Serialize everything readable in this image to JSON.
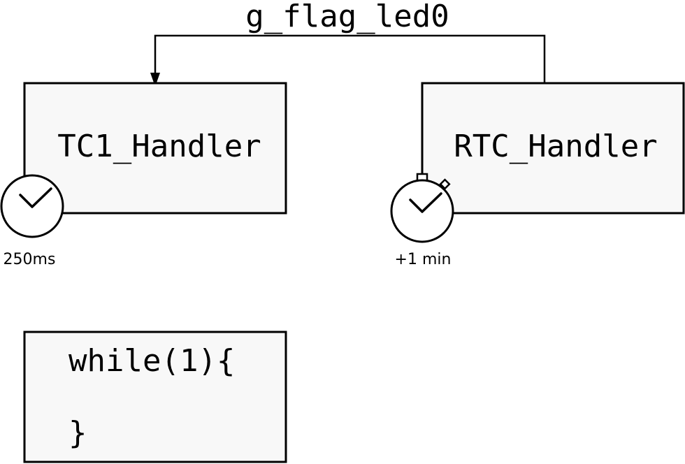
{
  "signal": {
    "label": "g_flag_led0"
  },
  "handlers": [
    {
      "name": "TC1_Handler",
      "timer_label": "250ms",
      "timer_icon": "clock-icon"
    },
    {
      "name": "RTC_Handler",
      "timer_label": "+1 min",
      "timer_icon": "stopwatch-icon"
    }
  ],
  "main_loop": {
    "line1": "while(1){",
    "line2": "}"
  }
}
